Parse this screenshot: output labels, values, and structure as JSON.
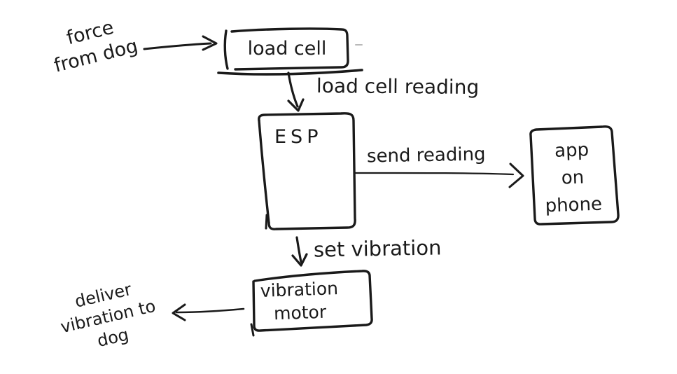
{
  "colors": {
    "ink": "#1a1a1a",
    "paper": "#ffffff",
    "stray": "#b9b9b9"
  },
  "nodes": {
    "force_from_dog": {
      "lines": [
        "force",
        "from dog"
      ]
    },
    "load_cell": {
      "label": "load cell"
    },
    "esp": {
      "label": "ESP"
    },
    "app_on_phone": {
      "lines": [
        "app",
        "on",
        "phone"
      ]
    },
    "vibration_motor": {
      "lines": [
        "vibration",
        "motor"
      ]
    },
    "deliver_vibration_to_dog": {
      "lines": [
        "deliver",
        "vibration to",
        "dog"
      ]
    }
  },
  "edge_labels": {
    "load_cell_reading": "load cell reading",
    "send_reading": "send reading",
    "set_vibration": "set vibration"
  }
}
